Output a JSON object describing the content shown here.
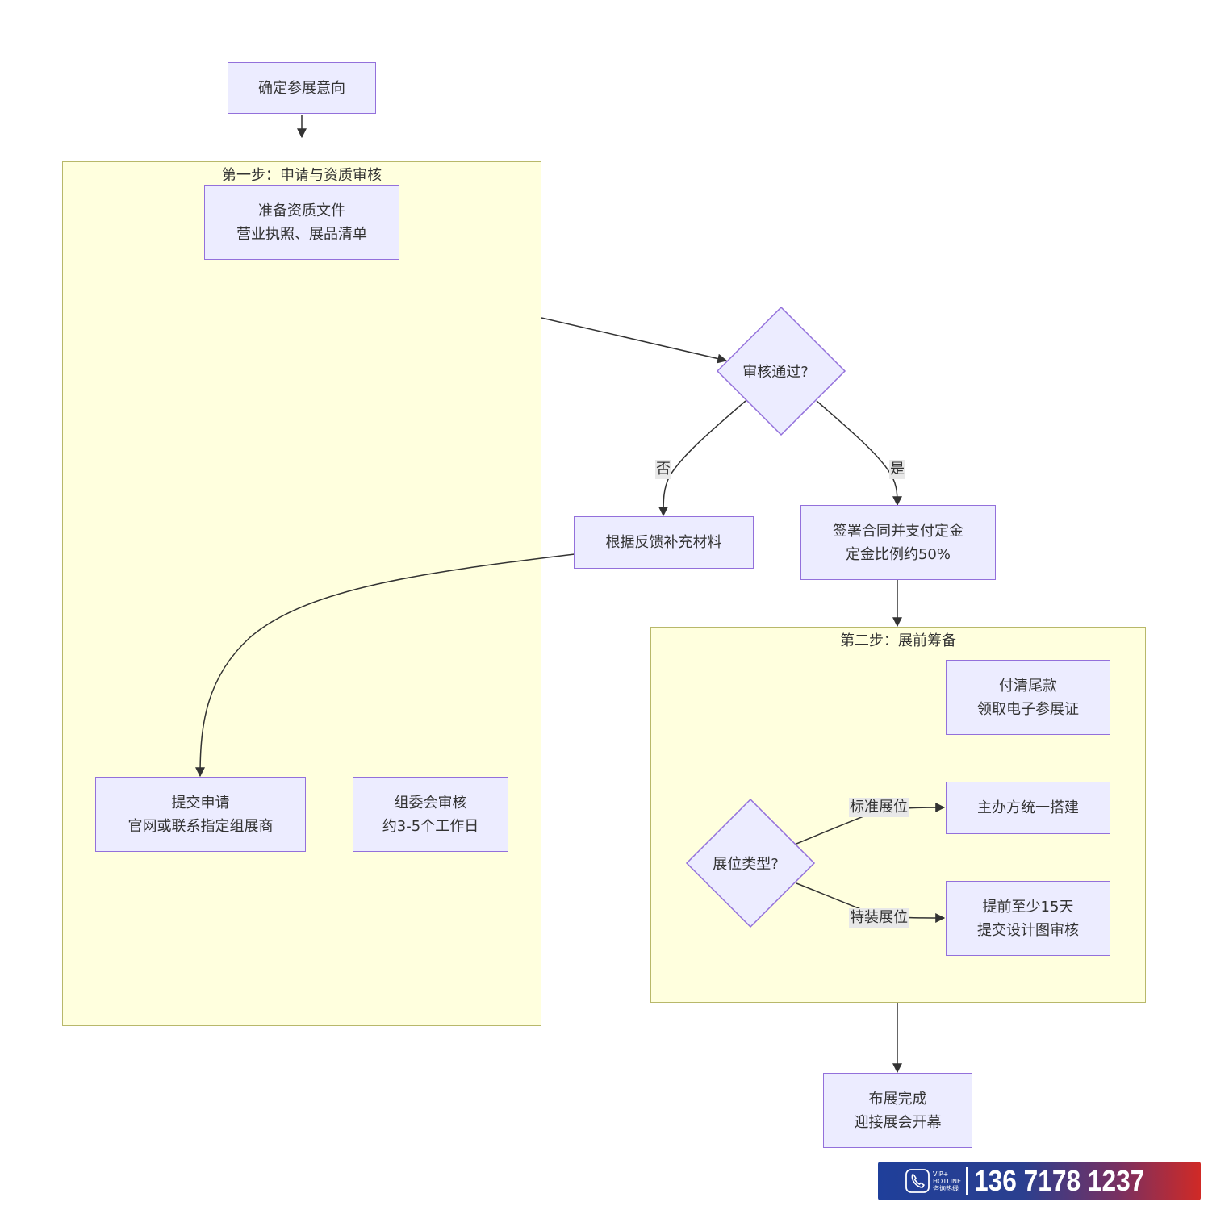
{
  "nodes": {
    "start": [
      "确定参展意向"
    ],
    "prepare_docs": [
      "准备资质文件",
      "营业执照、展品清单"
    ],
    "submit_application": [
      "提交申请",
      "官网或联系指定组展商"
    ],
    "committee_review": [
      "组委会审核",
      "约3-5个工作日"
    ],
    "review_passed": "审核通过?",
    "supplement_materials": [
      "根据反馈补充材料"
    ],
    "sign_contract": [
      "签署合同并支付定金",
      "定金比例约50%"
    ],
    "pay_balance": [
      "付清尾款",
      "领取电子参展证"
    ],
    "booth_type": "展位类型?",
    "organizer_build": [
      "主办方统一搭建"
    ],
    "design_review": [
      "提前至少15天",
      "提交设计图审核"
    ],
    "finish": [
      "布展完成",
      "迎接展会开幕"
    ]
  },
  "clusters": {
    "step1": "第一步：申请与资质审核",
    "step2": "第二步：展前筹备"
  },
  "edge_labels": {
    "no": "否",
    "yes": "是",
    "standard_booth": "标准展位",
    "special_booth": "特装展位"
  },
  "hotline": {
    "tag_1": "VIP+",
    "tag_2": "HOTLINE",
    "tag_3": "咨询热线",
    "number": "136 7178 1237"
  },
  "colors": {
    "node_fill": "#ececff",
    "node_border": "#9370db",
    "cluster_fill": "#ffffde",
    "cluster_border": "#b8b86a",
    "edge": "#333333",
    "edge_label_bg": "#e8e8e8"
  }
}
